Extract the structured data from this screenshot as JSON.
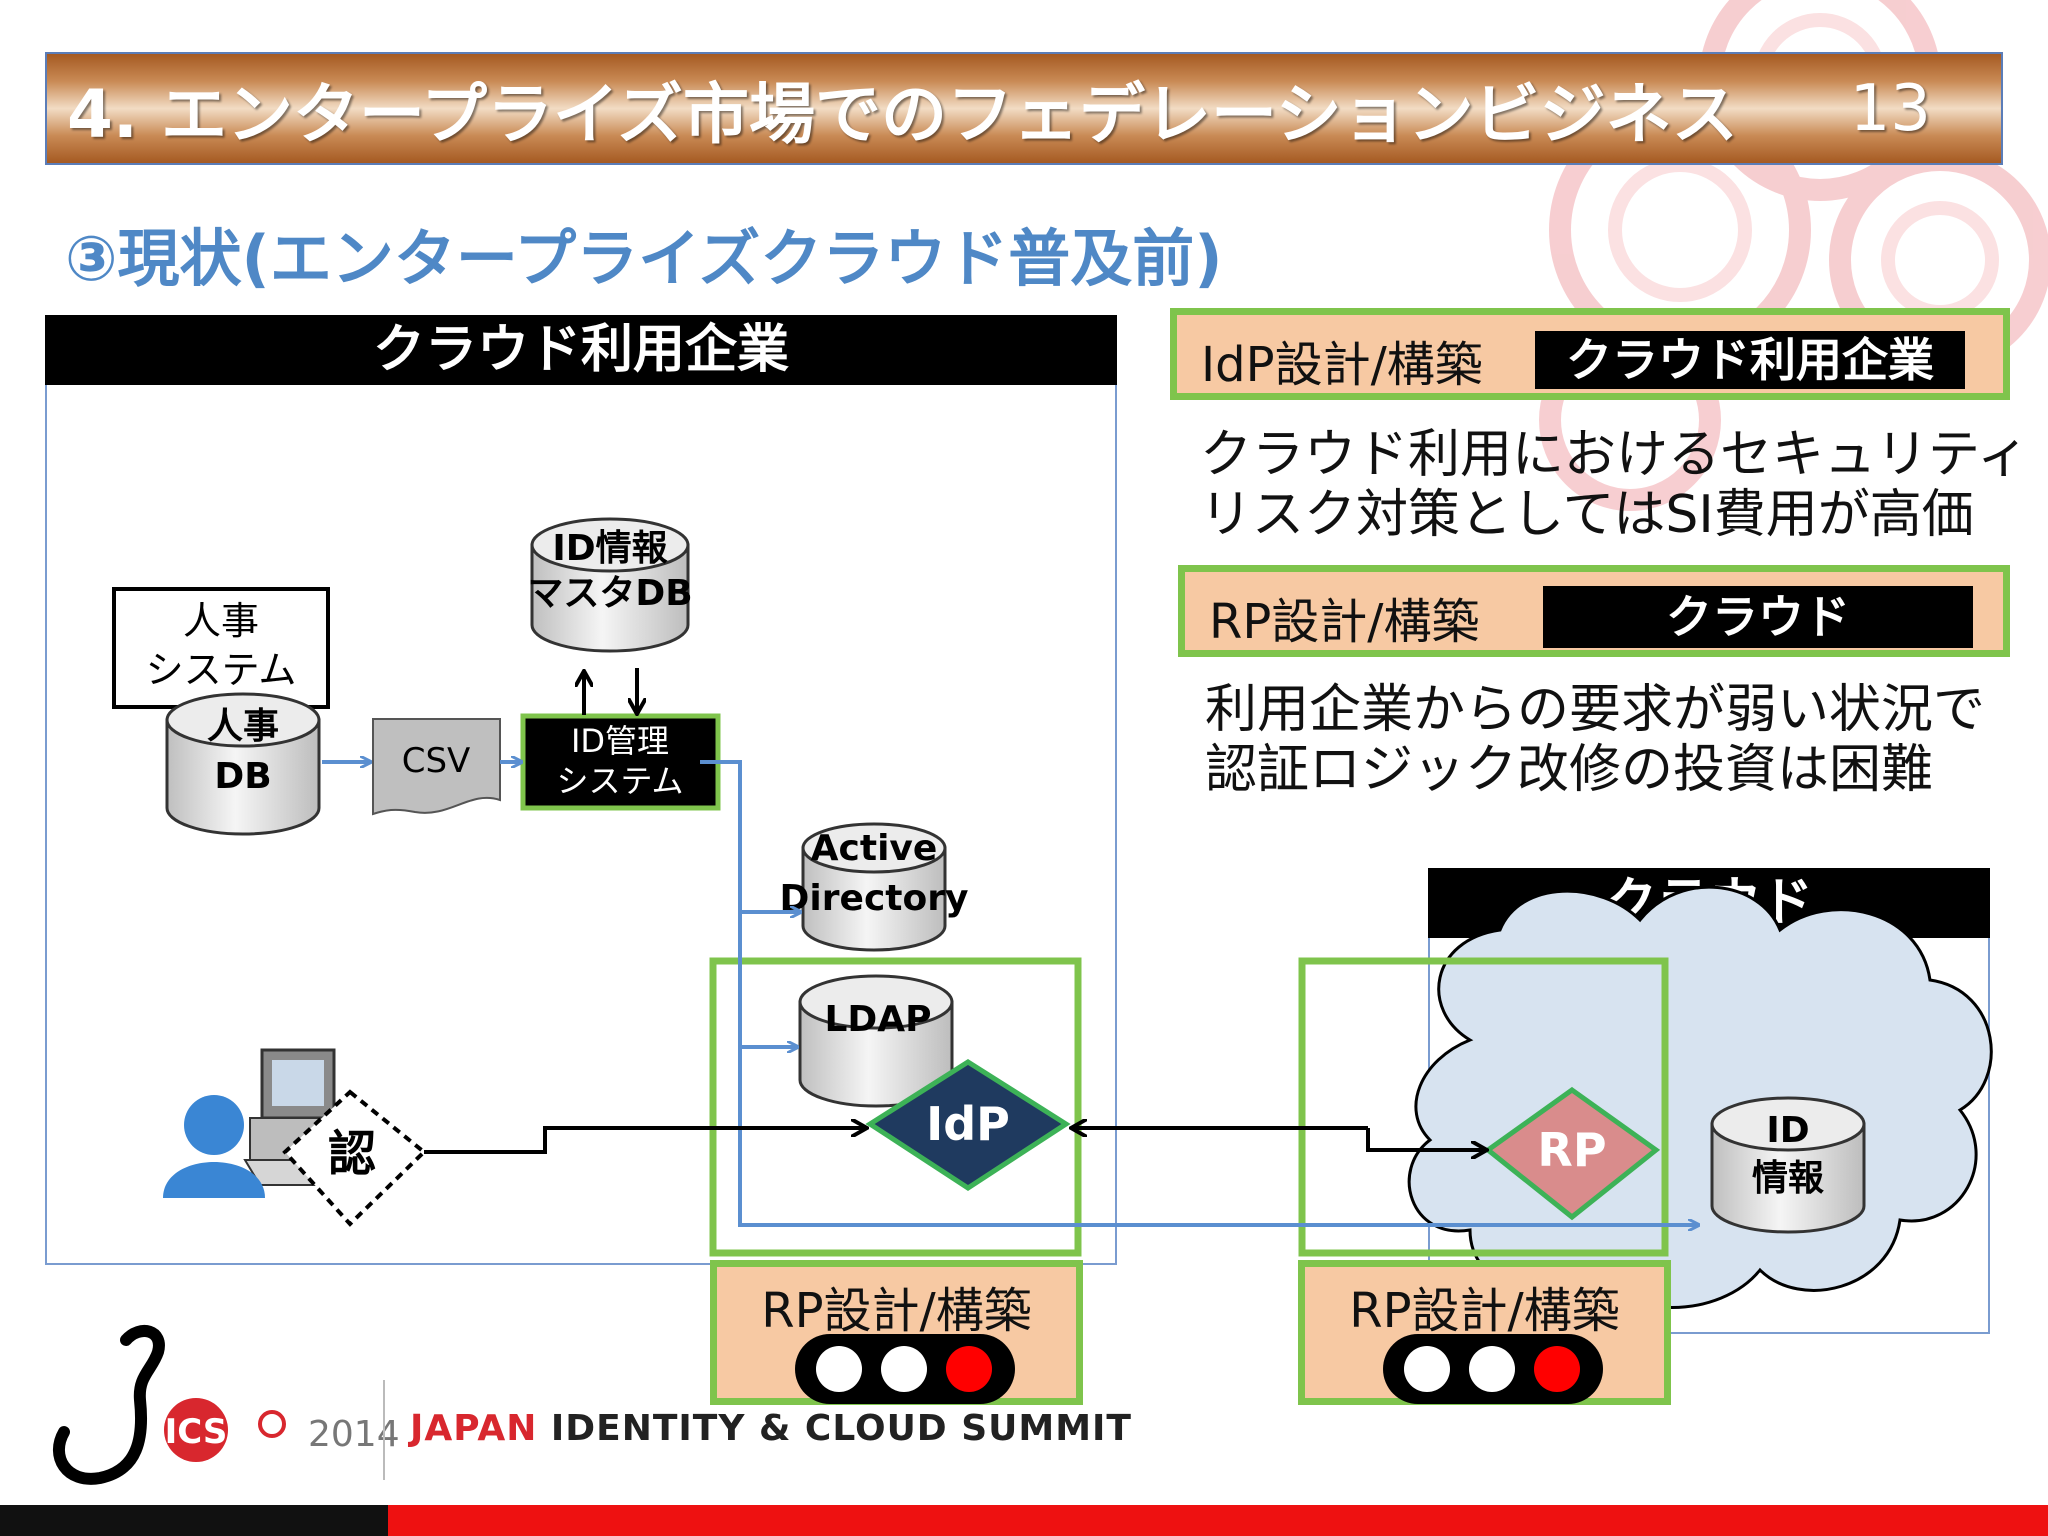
{
  "slide": {
    "title": "4. エンタープライズ市場でのフェデレーションビジネス",
    "page_number": "13",
    "subtitle": "③現状(エンタープライズクラウド普及前)"
  },
  "enterprise_panel": {
    "title": "クラウド利用企業",
    "hr_system_line1": "人事",
    "hr_system_line2": "システム",
    "hr_db_line1": "人事",
    "hr_db_line2": "DB",
    "csv_label": "CSV",
    "id_mgmt_line1": "ID管理",
    "id_mgmt_line2": "システム",
    "id_master_db_line1": "ID情報",
    "id_master_db_line2": "マスタDB",
    "ad_line1": "Active",
    "ad_line2": "Directory",
    "ldap_label": "LDAP",
    "idp_label": "IdP",
    "auth_label": "認"
  },
  "cloud_panel": {
    "title": "クラウド",
    "rp_label": "RP",
    "id_info_line1": "ID",
    "id_info_line2": "情報"
  },
  "legend_idp": {
    "label": "IdP設計/構築",
    "owner": "クラウド利用企業",
    "desc_line1": "クラウド利用におけるセキュリティ",
    "desc_line2": "リスク対策としてはSI費用が高価"
  },
  "legend_rp": {
    "label": "RP設計/構築",
    "owner": "クラウド",
    "desc_line1": "利用企業からの要求が弱い状況で",
    "desc_line2": "認証ロジック改修の投資は困難"
  },
  "signal_left": {
    "label": "RP設計/構築",
    "lit": 3,
    "total": 3
  },
  "signal_right": {
    "label": "RP設計/構築",
    "lit": 3,
    "total": 3
  },
  "footer": {
    "logo_text": "ICS",
    "year": "2014",
    "summit_part1": "JAPAN",
    "summit_part2": " IDENTITY & CLOUD SUMMIT"
  },
  "colors": {
    "accent_blue": "#4f88c6",
    "green_frame": "#7fc44c",
    "peach": "#f7c9a3",
    "idp_navy": "#1f3a5f",
    "rp_pink": "#d98c8c",
    "signal_red": "#ff0000",
    "footer_red": "#ee1111"
  }
}
